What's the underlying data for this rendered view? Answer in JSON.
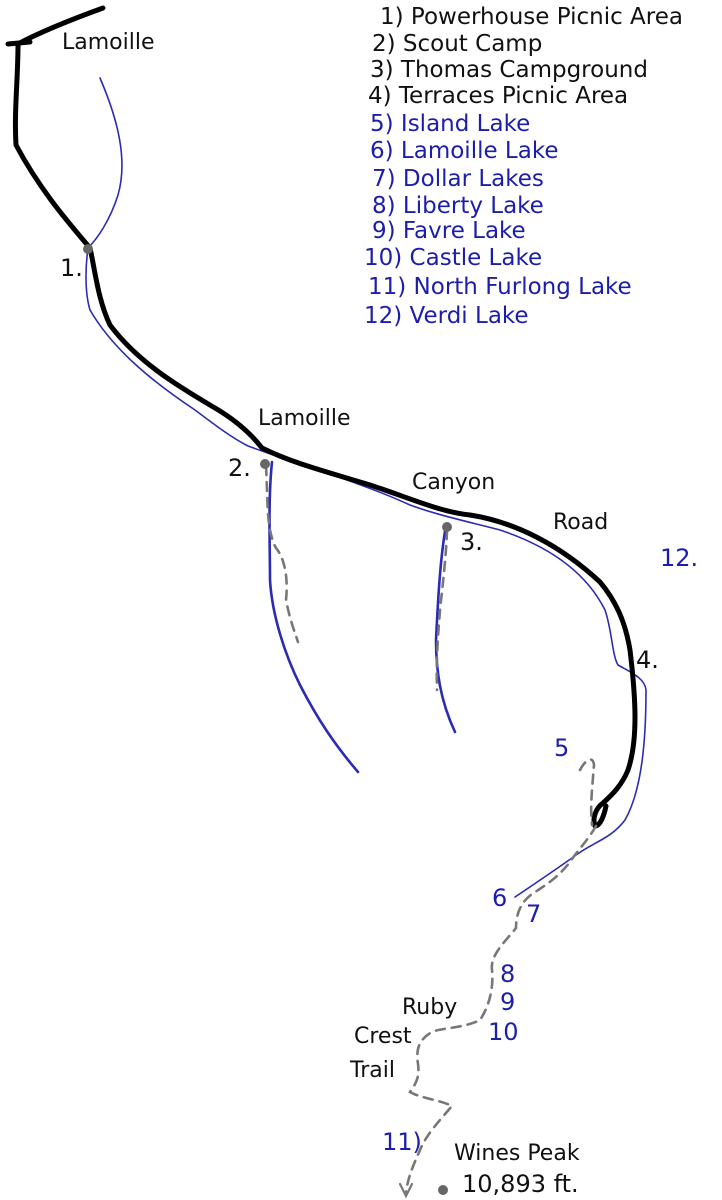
{
  "colors": {
    "road": "#000000",
    "stream": "#2b2bb5",
    "trail": "#777777",
    "amenity_text": "#111111",
    "lake_text": "#1d1dab",
    "marker": "#666666"
  },
  "legend": [
    {
      "label": "1) Powerhouse Picnic Area",
      "kind": "amenity"
    },
    {
      "label": "2) Scout Camp",
      "kind": "amenity"
    },
    {
      "label": "3) Thomas Campground",
      "kind": "amenity"
    },
    {
      "label": "4) Terraces Picnic Area",
      "kind": "amenity"
    },
    {
      "label": "5) Island Lake",
      "kind": "lake"
    },
    {
      "label": "6) Lamoille Lake",
      "kind": "lake"
    },
    {
      "label": "7) Dollar Lakes",
      "kind": "lake"
    },
    {
      "label": "8) Liberty Lake",
      "kind": "lake"
    },
    {
      "label": "9) Favre Lake",
      "kind": "lake"
    },
    {
      "label": "10) Castle Lake",
      "kind": "lake"
    },
    {
      "label": "11) North Furlong Lake",
      "kind": "lake"
    },
    {
      "label": "12) Verdi Lake",
      "kind": "lake"
    }
  ],
  "place_labels": {
    "lamoille_top": "Lamoille",
    "lamoille_mid": "Lamoille",
    "canyon": "Canyon",
    "road": "Road",
    "ruby": "Ruby",
    "crest": "Crest",
    "trail": "Trail",
    "wines_peak": "Wines Peak",
    "wines_elev": "10,893 ft."
  },
  "site_numbers": {
    "n1": "1.",
    "n2": "2.",
    "n3": "3.",
    "n4": "4.",
    "n5": "5",
    "n6": "6",
    "n7": "7",
    "n8": "8",
    "n9": "9",
    "n10": "10",
    "n11": "11)",
    "n12": "12."
  }
}
